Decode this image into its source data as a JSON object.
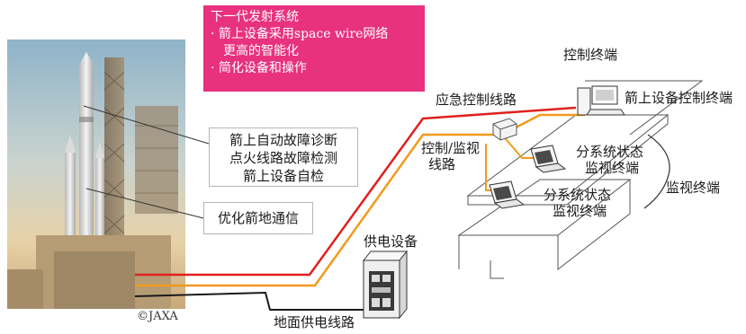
{
  "callout": {
    "title": "下一代发射系统",
    "lines": [
      "· 箭上设备采用space wire网络",
      "　更高的智能化",
      "· 简化设备和操作"
    ]
  },
  "features": {
    "diagnostics": [
      "箭上自动故障诊断",
      "点火线路故障检测",
      "箭上设备自检"
    ],
    "comm": "优化箭地通信"
  },
  "labels": {
    "control_terminal": "控制终端",
    "onboard_control_terminal": "箭上设备控制终端",
    "emergency_line": "应急控制线路",
    "control_monitor_line": [
      "控制/监视",
      "线路"
    ],
    "subsystem_terminal_1": [
      "分系统状态",
      "监视终端"
    ],
    "subsystem_terminal_2": [
      "分系统状态",
      "监视终端"
    ],
    "monitor_terminal": "监视终端",
    "power_equipment": "供电设备",
    "ground_power_line": "地面供电线路"
  },
  "copyright": "©JAXA",
  "colors": {
    "callout_bg": "#e8327e",
    "emergency_line": "#e02020",
    "control_line": "#f29a1e",
    "power_line": "#1a1a1a"
  }
}
